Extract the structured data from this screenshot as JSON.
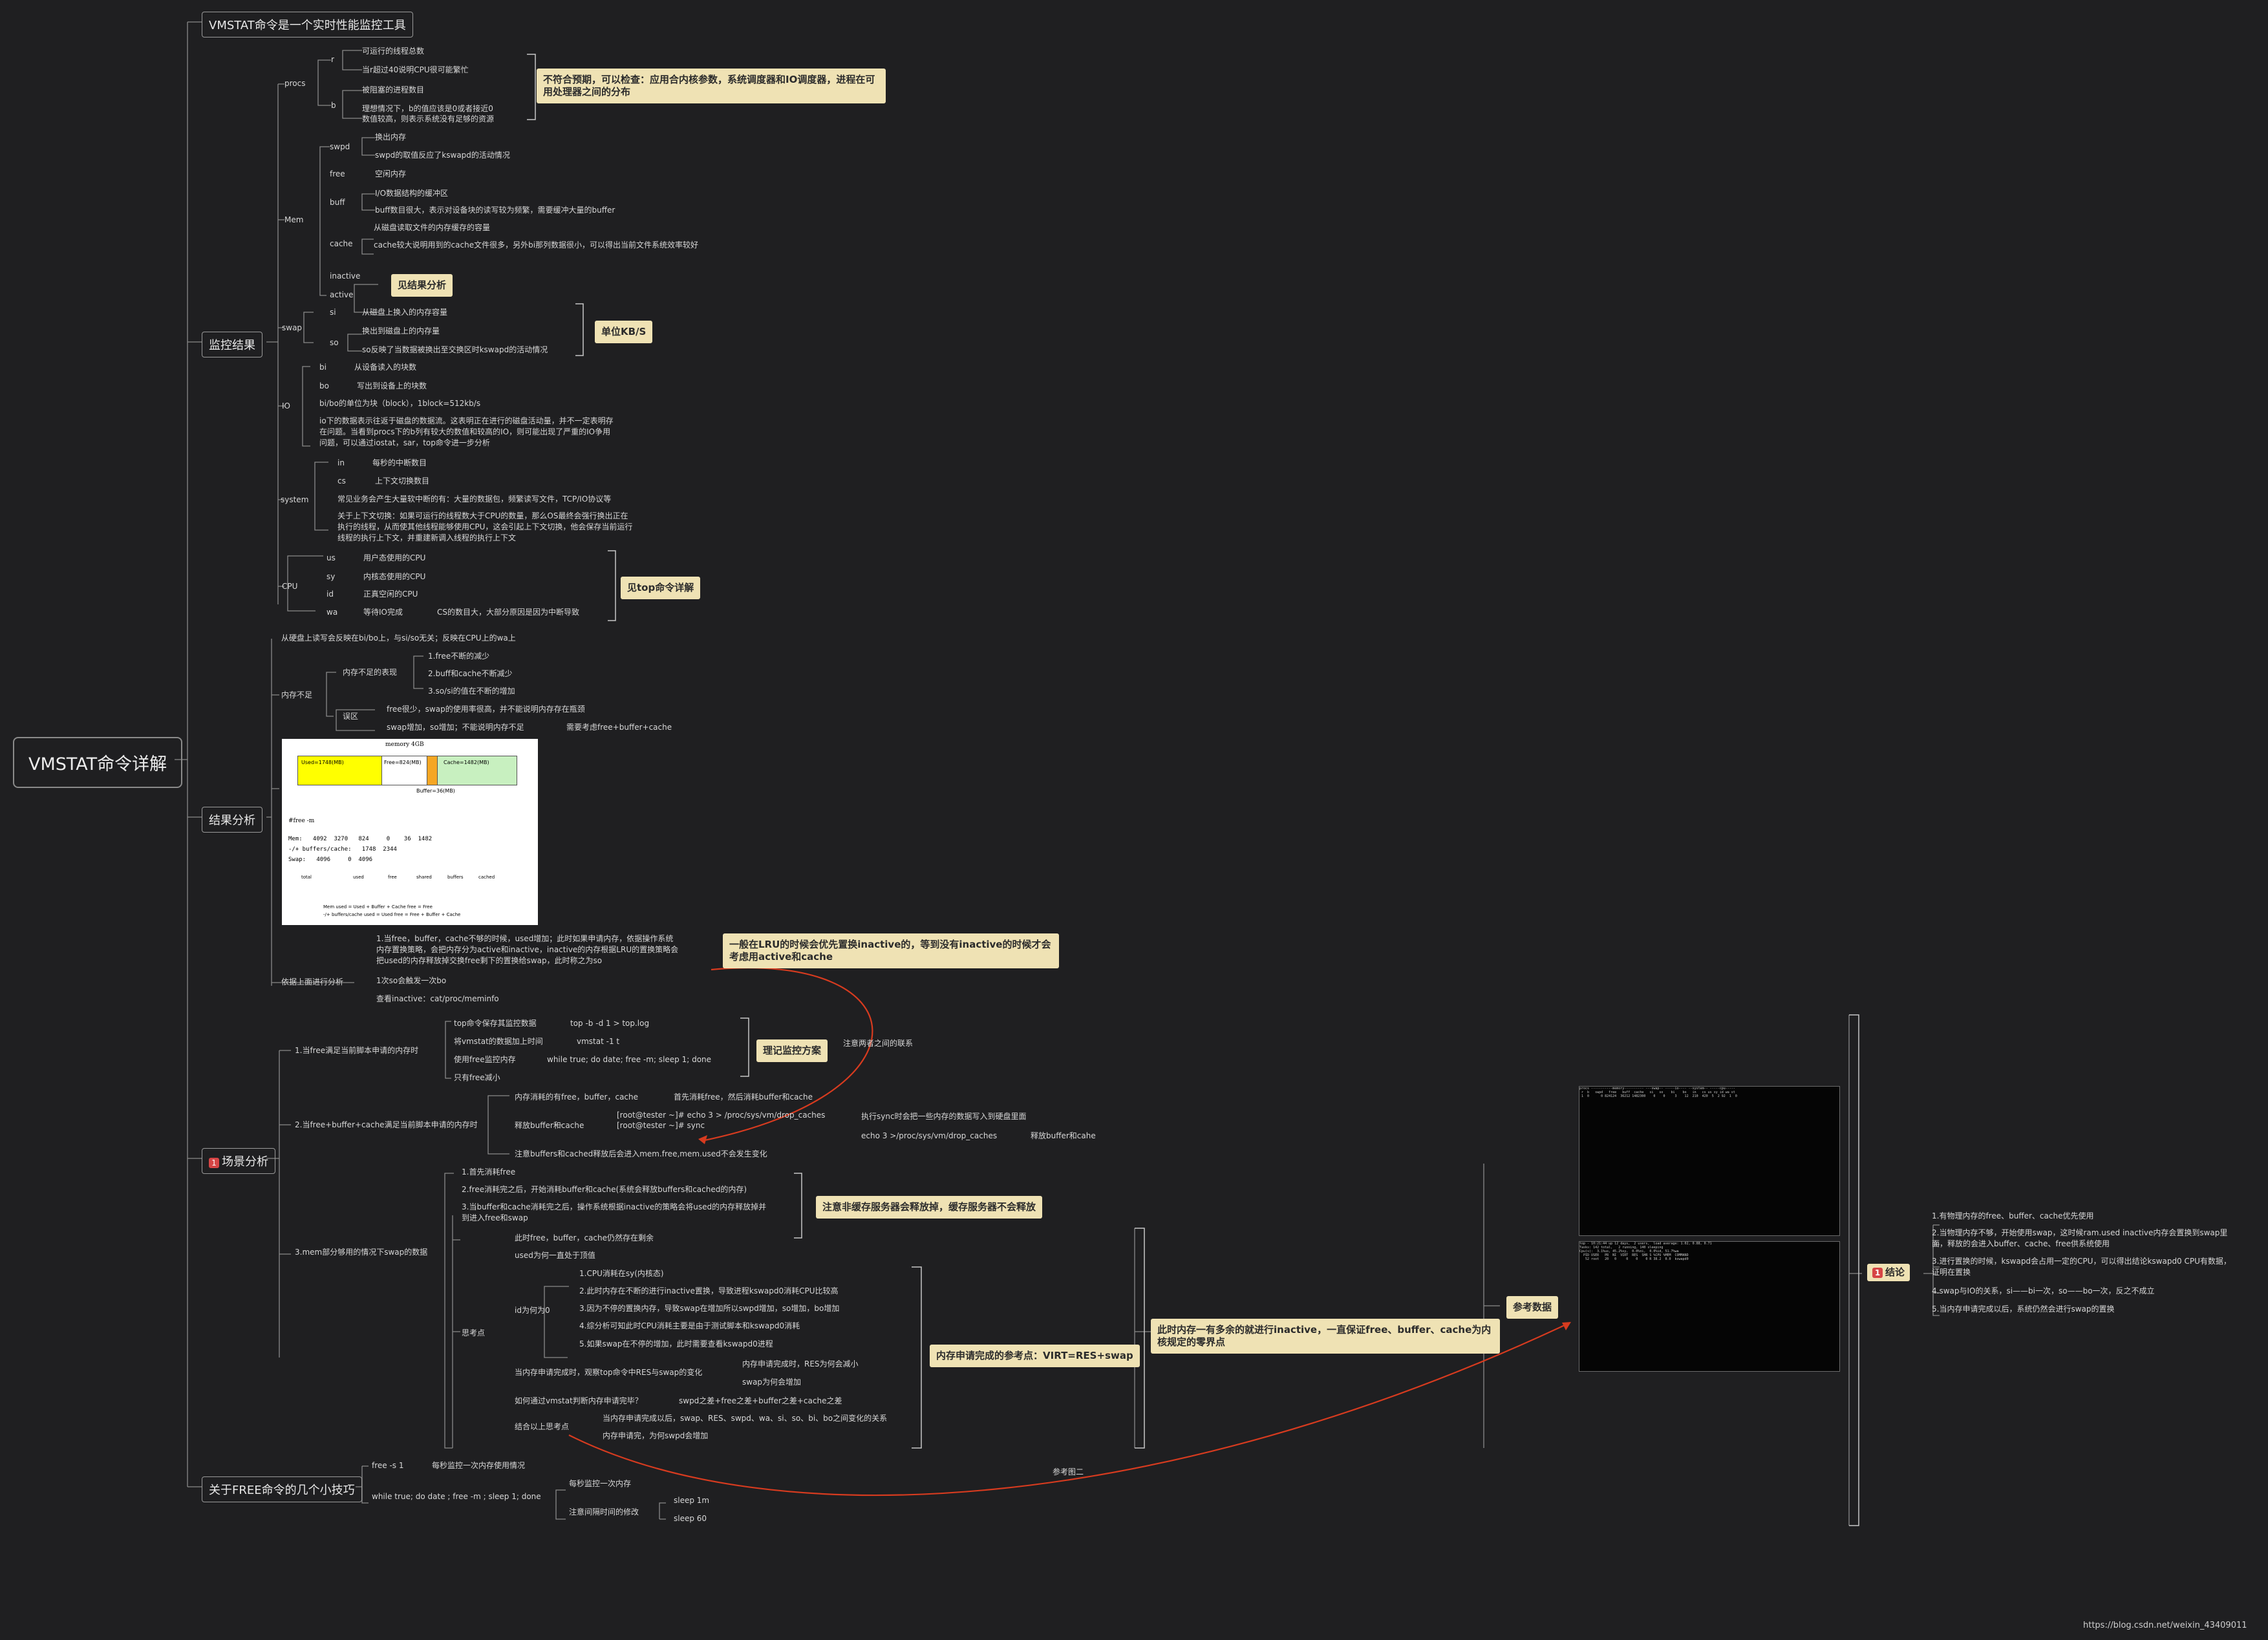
{
  "root": "VMSTAT命令详解",
  "l1": {
    "intro": "VMSTAT命令是一个实时性能监控工具",
    "monitor": "监控结果",
    "analysis": "结果分析",
    "scenario": "场景分析",
    "free_tips": "关于FREE命令的几个小技巧"
  },
  "mon": {
    "procs": "procs",
    "r": "r",
    "r1": "可运行的线程总数",
    "r2": "当r超过40说明CPU很可能繁忙",
    "b": "b",
    "b1": "被阻塞的进程数目",
    "b2": "理想情况下，b的值应该是0或者接近0",
    "b3": "数值较高，则表示系统没有足够的资源",
    "procs_call": "不符合预期，可以检查：应用合内核参数，系统调度器和IO调度器，进程在可用处理器之间的分布",
    "mem": "Mem",
    "swpd": "swpd",
    "swpd1": "换出内存",
    "swpd2": "swpd的取值反应了kswapd的活动情况",
    "free": "free",
    "free1": "空闲内存",
    "buff": "buff",
    "buff1": "I/O数据结构的缓冲区",
    "buff2": "buff数目很大，表示对设备块的读写较为频繁，需要缓冲大量的buffer",
    "cache": "cache",
    "cache1": "从磁盘读取文件的内存缓存的容量",
    "cache2": "cache较大说明用到的cache文件很多，另外bi那列数据很小，可以得出当前文件系统效率较好",
    "inactive": "inactive",
    "active": "active",
    "mem_call": "见结果分析",
    "swap": "swap",
    "si": "si",
    "si1": "从磁盘上换入的内存容量",
    "so": "so",
    "so1": "换出到磁盘上的内存量",
    "so2": "so反映了当数据被换出至交换区时kswapd的活动情况",
    "swap_call": "单位KB/S",
    "io": "IO",
    "bi": "bi",
    "bi1": "从设备读入的块数",
    "bo": "bo",
    "bo1": "写出到设备上的块数",
    "io1": "bi/bo的单位为块（block），1block=512kb/s",
    "io2a": "io下的数据表示往返于磁盘的数据流。这表明正在进行的磁盘活动量，并不一定表明存",
    "io2b": "在问题。当看到procs下的b列有较大的数值和较高的IO，则可能出现了严重的IO争用",
    "io2c": "问题，可以通过iostat，sar，top命令进一步分析",
    "system": "system",
    "in": "in",
    "in1": "每秒的中断数目",
    "cs": "cs",
    "cs1": "上下文切换数目",
    "sys1": "常见业务会产生大量软中断的有：大量的数据包，频繁读写文件，TCP/IO协议等",
    "sys2a": "关于上下文切换：如果可运行的线程数大于CPU的数量，那么OS最终会强行换出正在",
    "sys2b": "执行的线程，从而使其他线程能够使用CPU，这会引起上下文切换，他会保存当前运行",
    "sys2c": "线程的执行上下文，并重建新调入线程的执行上下文",
    "cpu": "CPU",
    "us": "us",
    "us1": "用户态使用的CPU",
    "sy": "sy",
    "sy1": "内核态使用的CPU",
    "id": "id",
    "id1": "正真空闲的CPU",
    "wa": "wa",
    "wa1": "等待IO完成",
    "wa2": "CS的数目大，大部分原因是因为中断导致",
    "cpu_call": "见top命令详解"
  },
  "an": {
    "a0": "从硬盘上读写会反映在bi/bo上，与si/so无关；反映在CPU上的wa上",
    "lack": "内存不足",
    "lack_sign": "内存不足的表现",
    "s1": "1.free不断的减少",
    "s2": "2.buff和cache不断减少",
    "s3": "3.so/si的值在不断的增加",
    "mis": "误区",
    "m1": "free很少，swap的使用率很高，并不能说明内存存在瓶颈",
    "m2": "swap增加，so增加；不能说明内存不足",
    "m3": "需要考虑free+buffer+cache",
    "lru1": "1.当free，buffer，cache不够的时候，used增加；此时如果申请内存，依据操作系统",
    "lru2": "内存置换策略，会把内存分为active和inactive，inactive的内存根据LRU的置换策略会",
    "lru3": "把used的内存释放掉交换free剩下的置换给swap，此时称之为so",
    "lru_call": "一般在LRU的时候会优先置换inactive的，等到没有inactive的时候才会考虑用active和cache",
    "proc": "依据上面进行分析",
    "p1": "1次so会触发一次bo",
    "p2": "查看inactive：cat/proc/meminfo"
  },
  "fig": {
    "title": "memory 4GB",
    "used": "Used=1748(MB)",
    "free": "Free=824(MB)",
    "cache": "Cache=1482(MB)",
    "buffer": "Buffer=36(MB)",
    "cmd": "#free -m",
    "row1": "Mem:   4092  3270   824     0    36  1482",
    "row2": "-/+ buffers/cache:   1748  2344",
    "row3": "Swap:   4096     0  4096",
    "h1": "total",
    "h2": "used",
    "h3": "free",
    "h4": "shared",
    "h5": "buffers",
    "h6": "cached",
    "f1": "Mem        used = Used + Buffer + Cache  free = Free",
    "f2": "-/+ buffers/cache   used = Used    free = Free + Buffer + Cache"
  },
  "sc": {
    "title": "场景分析",
    "c1": "1.当free满足当前脚本申请的内存时",
    "t1": "top命令保存其监控数据",
    "t1b": "top -b -d 1 > top.log",
    "t2": "将vmstat的数据加上时间",
    "t2b": "vmstat -1 t",
    "t3": "使用free监控内存",
    "t3b": "while true; do date; free -m; sleep 1; done",
    "t4": "只有free减小",
    "c1_call": "理记监控方案",
    "note": "注意两者之间的联系",
    "c2": "2.当free+buffer+cache满足当前脚本申请的内存时",
    "u1": "内存消耗的有free，buffer，cache",
    "u1b": "首先消耗free，然后消耗buffer和cache",
    "u2": "释放buffer和cache",
    "cmd1": "[root@tester ~]# echo 3 > /proc/sys/vm/drop_caches",
    "cmd2": "[root@tester ~]# sync",
    "sync1": "执行sync时会把一些内存的数据写入到硬盘里面",
    "drop": "echo 3 >/proc/sys/vm/drop_caches",
    "drop2": "释放buffer和cahe",
    "u3": "注意buffers和cached释放后会进入mem.free,mem.used不会发生变化",
    "c3": "3.mem部分够用的情况下swap的数据",
    "e1": "1.首先消耗free",
    "e2": "2.free消耗完之后，开始消耗buffer和cache(系统会释放buffers和cached的内存)",
    "e3a": "3.当buffer和cache消耗完之后，操作系统根据inactive的策略会将used的内存释放掉并",
    "e3b": "到进入free和swap",
    "e_call": "注意非缓存服务器会释放掉，缓存服务器不会释放",
    "k1": "此时free，buffer，cache仍然存在剩余",
    "k2": "used为何一直处于顶值",
    "think": "思考点",
    "id0": "id为何为0",
    "i1": "1.CPU消耗在sy(内核态)",
    "i2": "2.此时内存在不断的进行inactive置换，导致进程kswapd0消耗CPU比较高",
    "i3": "3.因为不停的置换内存，导致swap在增加所以swpd增加，so增加，bo增加",
    "i4": "4.综分析可知此时CPU消耗主要是由于测试脚本和kswapd0消耗",
    "i5": "5.如果swap在不停的增加，此时需要查看kswapd0进程",
    "k3": "当内存申请完成时，观察top命令中RES与swap的变化",
    "k3a": "内存申请完成时，RES为何会减小",
    "k3b": "swap为何会增加",
    "k4": "如何通过vmstat判断内存申请完毕？",
    "k4b": "swpd之差+free之差+buffer之差+cache之差",
    "k5": "结合以上思考点",
    "k5a": "当内存申请完成以后，swap、RES、swpd、wa、si、so、bi、bo之间变化的关系",
    "k5b": "内存申请完，为何swpd会增加",
    "virt": "内存申请完成的参考点：VIRT=RES+swap",
    "inact": "此时内存一有多余的就进行inactive，一直保证free、buffer、cache为内核规定的零界点",
    "ref": "参考数据",
    "ref2": "参考图二",
    "concl": "结论",
    "r1": "1.有物理内存的free、buffer、cache优先使用",
    "r2a": "2.当物理内存不够，开始使用swap，这时候ram.used inactive内存会置换到swap里",
    "r2b": "面，释放的会进入buffer、cache、free供系统使用",
    "r3a": "3.进行置换的时候，kswapd会占用一定的CPU，可以得出结论kswapd0 CPU有数据，",
    "r3b": "证明在置换",
    "r4": "4.swap与IO的关系，si——bi一次，so——bo一次，反之不成立",
    "r5": "5.当内存申请完成以后，系统仍然会进行swap的置换"
  },
  "ft": {
    "f1": "free -s 1",
    "f1b": "每秒监控一次内存使用情况",
    "f2": "while true; do date ; free -m ; sleep 1; done",
    "f2a": "每秒监控一次内存",
    "f2b": "注意间隔时间的修改",
    "f2c": "sleep 1m",
    "f2d": "sleep 60"
  },
  "watermark": "https://blog.csdn.net/weixin_43409011",
  "terminal_a": "procs -----------memory---------- ---swap-- -----io---- --system-- -----cpu-----\n r  b   swpd   free   buff  cache   si   so    bi    bo   in   cs us sy id wa st\n 1  0      0 824124  36212 1482300    0    0     3    12  210  420  5  2 92  1  0",
  "terminal_b": "top - 10:21:44 up 12 days,  2 users,  load average: 1.02, 0.88, 0.71\nTasks: 142 total,   2 running, 140 sleeping\nCpu(s):  3.1%us, 45.2%sy,  0.0%ni,  0.0%id, 51.7%wa\n  PID USER   PR  NI  VIRT  RES  SHR S %CPU %MEM  COMMAND\n   52 root   20   0     0    0    0 R 38.2  0.0  kswapd0"
}
